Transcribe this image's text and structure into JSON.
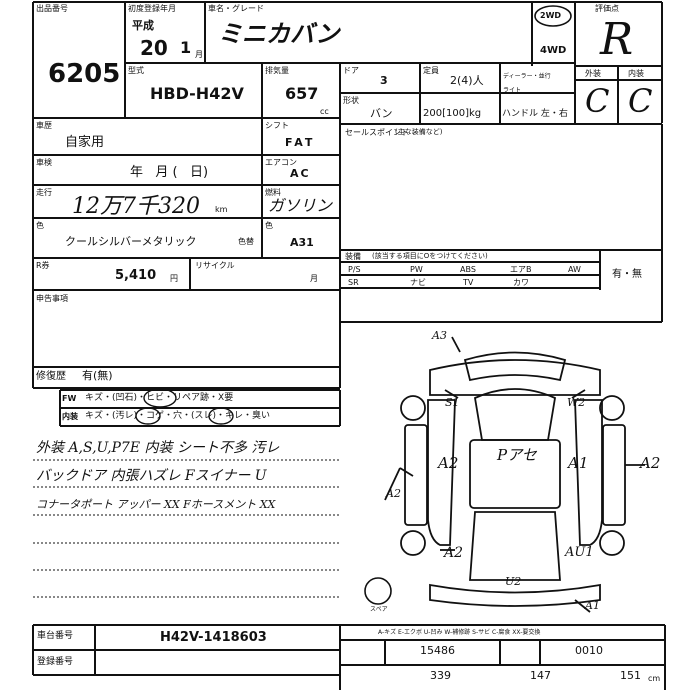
{
  "sheet": {
    "lot_label": "出品番号",
    "lot_number": "6205",
    "first_reg_label": "初度登録年月",
    "era": "平成",
    "year": "20",
    "month": "1",
    "month_unit": "月",
    "model_label": "車名・グレード",
    "car_name": "ミニカバン",
    "drive_2wd": "2WD",
    "drive_4wd": "4WD",
    "grade_label": "評価点",
    "grade": "R",
    "model_code_label": "型式",
    "model_code": "HBD-H42V",
    "cc_label": "排気量",
    "cc_value": "657",
    "cc_unit": "cc",
    "door_label": "ドア",
    "door_value": "3",
    "seats_label": "定員",
    "seats_value": "2(4)人",
    "type_label": "形状",
    "type_value": "バン",
    "load_value": "200[100]kg",
    "handle_value": "ハンドル 左・右",
    "extra_small_1": "ディーラー・並行",
    "extra_small_2": "ライト",
    "ext_label": "外装",
    "int_label": "内装",
    "ext_grade": "C",
    "int_grade": "C",
    "use_label": "車歴",
    "use_value": "自家用",
    "shift_label": "シフト",
    "shift_value": "FAT",
    "sales_point_label": "セールスポイント",
    "sales_point_note": "(主な装備など)",
    "inspection_label": "車検",
    "inspection_value": "年   月 (   日)",
    "ac_label": "エアコン",
    "ac_value": "AC",
    "mileage_label": "走行",
    "mileage_value": "12万7千320",
    "mileage_unit": "km",
    "fuel_label": "燃料",
    "fuel_value": "ガソリン",
    "color_label": "色",
    "color_value": "クールシルバーメタリック",
    "color_code_label": "色替",
    "color_code_value": "A31",
    "tax_label": "R券",
    "tax_value": "5,410",
    "tax_unit": "円",
    "recycle_label": "リサイクル",
    "recycle_unit": "月",
    "equip_label": "装備",
    "equip_note": "(該当する項目にOをつけてください)",
    "equip_row1": [
      "P/S",
      "PW",
      "ABS",
      "エアB",
      "AW"
    ],
    "equip_row2": [
      "SR",
      "ナビ",
      "TV",
      "カワ"
    ],
    "equip_yes_no": "有・無",
    "notes_label": "申告事項",
    "history_label": "修復歴",
    "history_value": "有(無)",
    "bottom_rows": [
      {
        "label": "FW",
        "items": "キズ・(凹石)・ヒビ・リペア跡・X要"
      },
      {
        "label": "内装",
        "items": "キズ・(汚レ)・コゲ・穴・(スレ)・キレ・臭い"
      }
    ],
    "remark_lines": [
      "外装 A,S,U,P7E   内装 シート不多 汚レ",
      "バックドア 内張ハズレ  Fスイナー U",
      "コナータポート アッパー XX     Fホースメント XX"
    ],
    "spare_label": "スペア",
    "diagram_marks": [
      "A3",
      "S1",
      "W2",
      "A2",
      "Pアセ",
      "A1",
      "A2",
      "A2",
      "A2",
      "AU1",
      "U2",
      "A1"
    ],
    "legend_text": "A-キズ  E-エクボ  U-凹み  W-補修跡  S-サビ  C-腐食  XX-要交換",
    "chassis_label": "車台番号",
    "chassis_value": "H42V-1418603",
    "reg_label": "登録番号",
    "bottom_small_1": "15486",
    "bottom_small_2": "0010",
    "dims": [
      "339",
      "147",
      "151"
    ],
    "dims_unit": "cm"
  }
}
